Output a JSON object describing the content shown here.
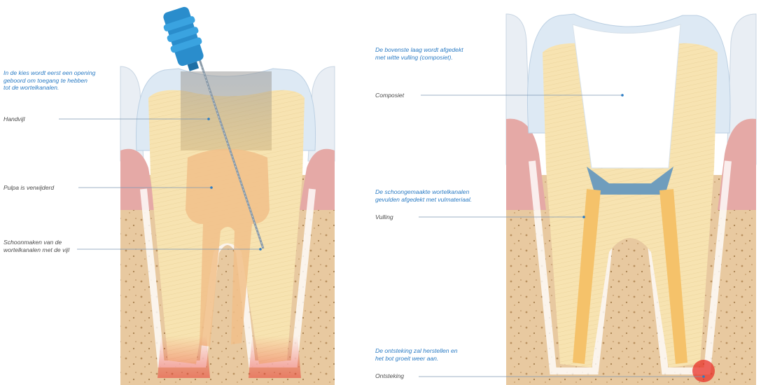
{
  "colors": {
    "intro_text": "#2a7bc4",
    "label_text": "#4a4a4a",
    "leader_line": "#7d97b3",
    "enamel": "#dde9f4",
    "dentin": "#f7e3b1",
    "pulp_removed": "#f1c089",
    "gum": "#e5a9a6",
    "bone": "#e8c9a0",
    "file_handle": "#2a8dcc",
    "filling": "#f5c26a",
    "composite": "#ffffff",
    "liner": "#6f9dbd",
    "inflammation": "#e8312a"
  },
  "left_panel": {
    "intro": "In de kies wordt eerst een opening\ngeboord om toegang te hebben\ntot de wortelkanalen.",
    "labels": {
      "handvijl": "Handvijl",
      "pulpa": "Pulpa is verwijderd",
      "schoonmaken": "Schoonmaken van de\nwortelkanalen met de vijl"
    },
    "icons": [
      "hand-file-icon",
      "molar-tooth-icon"
    ]
  },
  "right_panel": {
    "intro_top": "De bovenste laag wordt afgedekt\nmet witte vulling (composiet).",
    "intro_middle": "De schoongemaakte wortelkanalen\ngevulden afgedekt met vulmateriaal.",
    "intro_bottom": "De ontsteking zal herstellen en\nhet bot groeit weer aan.",
    "labels": {
      "composiet": "Composiet",
      "vulling": "Vulling",
      "ontsteking": "Ontsteking"
    },
    "icons": [
      "molar-tooth-icon"
    ]
  }
}
